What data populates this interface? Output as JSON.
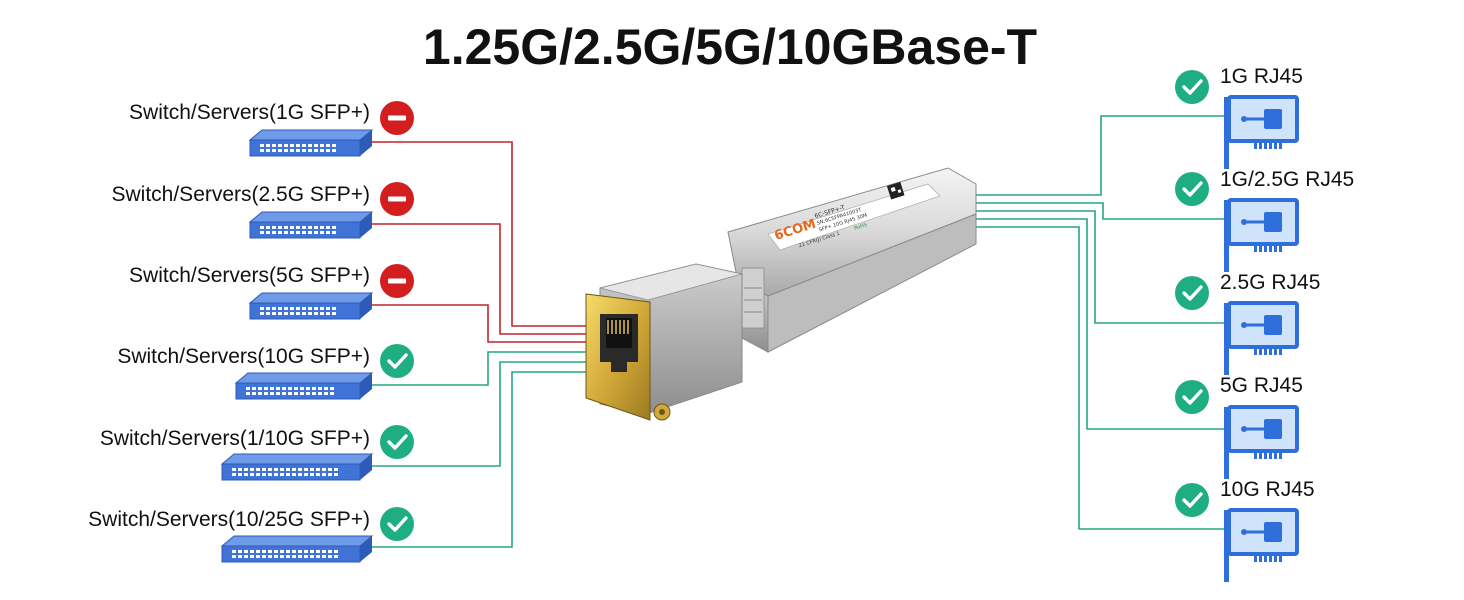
{
  "title": "1.25G/2.5G/5G/10GBase-T",
  "colors": {
    "incompatible": "#d21e1e",
    "compatible": "#1fae82",
    "line_red": "#c0272d",
    "line_green": "#22a886",
    "switch_blue": "#3f73d6",
    "nic_blue": "#2e6fdc",
    "nic_light": "#cfe3fb"
  },
  "left_devices": [
    {
      "label": "Switch/Servers(1G SFP+)",
      "status": "incompatible",
      "icon": "minus-circle-icon"
    },
    {
      "label": "Switch/Servers(2.5G SFP+)",
      "status": "incompatible",
      "icon": "minus-circle-icon"
    },
    {
      "label": "Switch/Servers(5G SFP+)",
      "status": "incompatible",
      "icon": "minus-circle-icon"
    },
    {
      "label": "Switch/Servers(10G SFP+)",
      "status": "compatible",
      "icon": "check-circle-icon"
    },
    {
      "label": "Switch/Servers(1/10G SFP+)",
      "status": "compatible",
      "icon": "check-circle-icon"
    },
    {
      "label": "Switch/Servers(10/25G SFP+)",
      "status": "compatible",
      "icon": "check-circle-icon"
    }
  ],
  "right_devices": [
    {
      "label": "1G RJ45",
      "status": "compatible",
      "icon": "check-circle-icon"
    },
    {
      "label": "1G/2.5G RJ45",
      "status": "compatible",
      "icon": "check-circle-icon"
    },
    {
      "label": "2.5G RJ45",
      "status": "compatible",
      "icon": "check-circle-icon"
    },
    {
      "label": "5G RJ45",
      "status": "compatible",
      "icon": "check-circle-icon"
    },
    {
      "label": "10G RJ45",
      "status": "compatible",
      "icon": "check-circle-icon"
    }
  ],
  "module": {
    "brand": "6COM",
    "model": "6C-SFP+-T",
    "serial": "SN:6CSFPA41003T",
    "spec": "SFP+ 10G RJ45 30M",
    "compliance": "21 CFR(J) Class 1",
    "rohs": "RoHS"
  }
}
